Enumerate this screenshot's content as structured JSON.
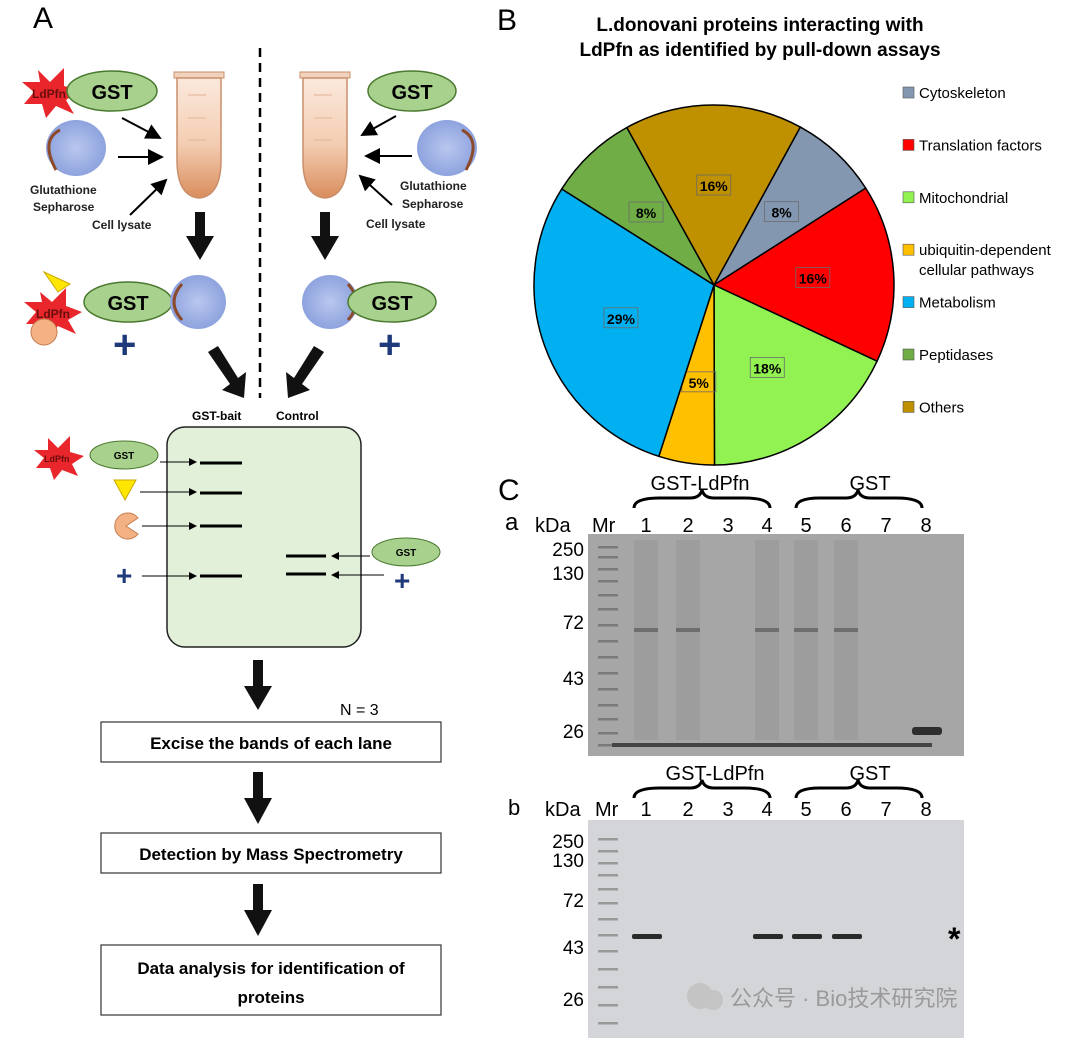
{
  "panel_letters": {
    "a": "A",
    "b": "B",
    "c": "C",
    "ca": "a",
    "cb": "b"
  },
  "panel_a": {
    "ldpfn_label": "LdPfn",
    "gst_label": "GST",
    "glutathione": "Glutathione",
    "sepharose": "Sepharose",
    "cell_lysate": "Cell lysate",
    "plus": "+",
    "gst_bait": "GST-bait",
    "control": "Control",
    "n_label": "N = 3",
    "step1": "Excise the bands of each lane",
    "step2": "Detection by Mass Spectrometry",
    "step3_line1": "Data analysis for identification of",
    "step3_line2": "proteins"
  },
  "chart_data": {
    "type": "pie",
    "title_line1": "L.donovani proteins interacting with",
    "title_line2": "LdPfn as identified by pull-down assays",
    "legend_position": "right",
    "slices": [
      {
        "name": "Cytoskeleton",
        "value": 8,
        "label": "8%",
        "color": "#8497b0"
      },
      {
        "name": "Translation factors",
        "value": 16,
        "label": "16%",
        "color": "#ff0000"
      },
      {
        "name": "Mitochondrial",
        "value": 18,
        "label": "18%",
        "color": "#92f252"
      },
      {
        "name": "ubiquitin-dependent cellular pathways",
        "value": 5,
        "label": "5%",
        "color": "#ffc000"
      },
      {
        "name": "Metabolism",
        "value": 29,
        "label": "29%",
        "color": "#00b0f0"
      },
      {
        "name": "Peptidases",
        "value": 8,
        "label": "8%",
        "color": "#70ad47"
      },
      {
        "name": "Others",
        "value": 16,
        "label": "16%",
        "color": "#bf9000"
      }
    ],
    "legend": [
      {
        "line1": "Cytoskeleton",
        "line2": ""
      },
      {
        "line1": "Translation factors",
        "line2": ""
      },
      {
        "line1": "Mitochondrial",
        "line2": ""
      },
      {
        "line1": "ubiquitin-dependent",
        "line2": "cellular pathways"
      },
      {
        "line1": "Metabolism",
        "line2": ""
      },
      {
        "line1": "Peptidases",
        "line2": ""
      },
      {
        "line1": "Others",
        "line2": ""
      }
    ]
  },
  "gels": {
    "group1": "GST-LdPfn",
    "group2": "GST",
    "kda": "kDa",
    "mr": "Mr",
    "lanes": [
      "1",
      "2",
      "3",
      "4",
      "5",
      "6",
      "7",
      "8"
    ],
    "a_markers": [
      "250",
      "130",
      "72",
      "43",
      "26"
    ],
    "b_markers": [
      "250",
      "130",
      "72",
      "43",
      "26"
    ],
    "star": "*"
  },
  "watermark": "公众号 · Bio技术研究院"
}
